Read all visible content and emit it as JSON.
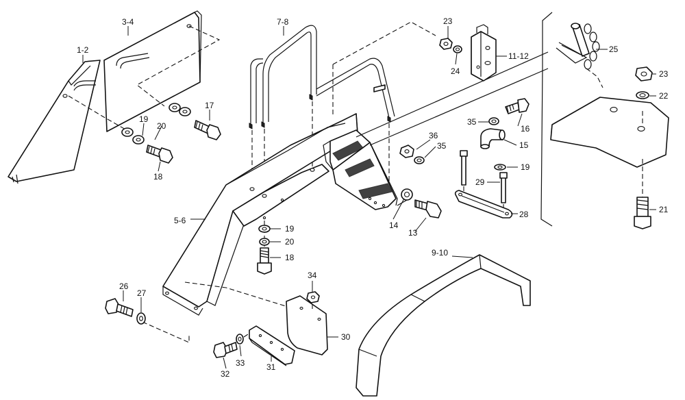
{
  "labels": {
    "l_1_2": "1-2",
    "l_3_4": "3-4",
    "l_5_6": "5-6",
    "l_7_8": "7-8",
    "l_9_10": "9-10",
    "l_11_12": "11-12",
    "l_13": "13",
    "l_14": "14",
    "l_15": "15",
    "l_16": "16",
    "l_17": "17",
    "l_18a": "18",
    "l_18b": "18",
    "l_19a": "19",
    "l_19b": "19",
    "l_19c": "19",
    "l_20a": "20",
    "l_20b": "20",
    "l_21": "21",
    "l_22": "22",
    "l_23a": "23",
    "l_23b": "23",
    "l_24": "24",
    "l_25": "25",
    "l_26": "26",
    "l_27": "27",
    "l_28": "28",
    "l_29": "29",
    "l_30": "30",
    "l_31": "31",
    "l_32": "32",
    "l_33": "33",
    "l_34": "34",
    "l_35a": "35",
    "l_35b": "35",
    "l_36": "36"
  }
}
